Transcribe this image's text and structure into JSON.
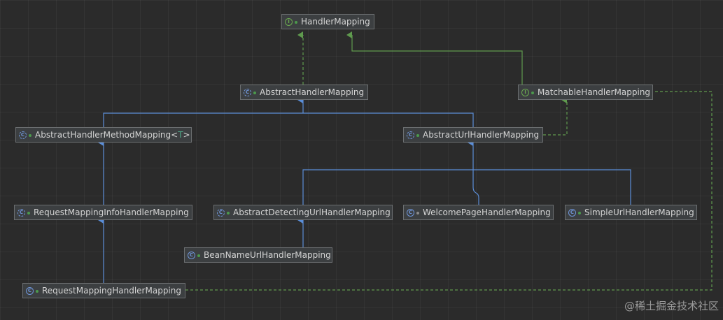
{
  "nodes": {
    "handler_mapping": {
      "label": "HandlerMapping",
      "kind": "interface"
    },
    "abstract_handler_mapping": {
      "label": "AbstractHandlerMapping",
      "kind": "abstract"
    },
    "matchable_handler_mapping": {
      "label": "MatchableHandlerMapping",
      "kind": "interface"
    },
    "abstract_handler_method_mapping": {
      "label": "AbstractHandlerMethodMapping<",
      "type_param": "T",
      "suffix": ">",
      "kind": "abstract"
    },
    "abstract_url_handler_mapping": {
      "label": "AbstractUrlHandlerMapping",
      "kind": "abstract"
    },
    "request_mapping_info_handler_mapping": {
      "label": "RequestMappingInfoHandlerMapping",
      "kind": "abstract"
    },
    "abstract_detecting_url_handler_mapping": {
      "label": "AbstractDetectingUrlHandlerMapping",
      "kind": "abstract"
    },
    "welcome_page_handler_mapping": {
      "label": "WelcomePageHandlerMapping",
      "kind": "class"
    },
    "simple_url_handler_mapping": {
      "label": "SimpleUrlHandlerMapping",
      "kind": "class"
    },
    "bean_name_url_handler_mapping": {
      "label": "BeanNameUrlHandlerMapping",
      "kind": "class"
    },
    "request_mapping_handler_mapping": {
      "label": "RequestMappingHandlerMapping",
      "kind": "class"
    }
  },
  "colors": {
    "extends": "#5b8ed8",
    "implements": "#5f9a4e",
    "background": "#2b2b2b"
  },
  "watermark": "@稀土掘金技术社区"
}
